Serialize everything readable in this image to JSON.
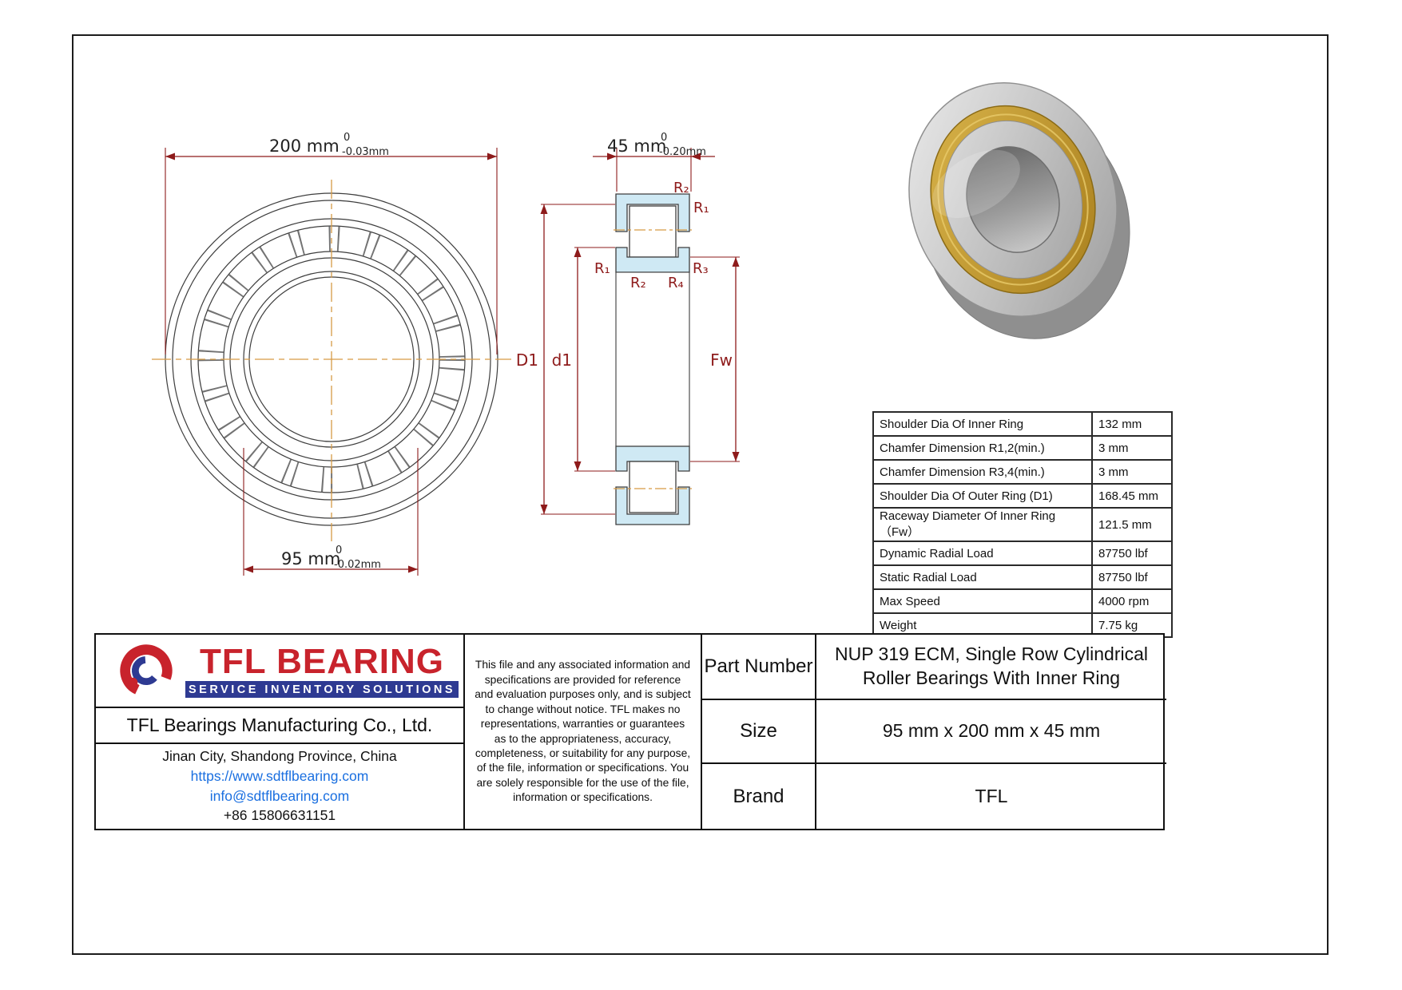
{
  "drawing": {
    "dim_od": {
      "value": "200 mm",
      "tol_top": "0",
      "tol_bot": "-0.03mm"
    },
    "dim_bore": {
      "value": "95 mm",
      "tol_top": "0",
      "tol_bot": "-0.02mm"
    },
    "dim_width": {
      "value": "45 mm",
      "tol_top": "0",
      "tol_bot": "-0.20mm"
    },
    "labels": {
      "r2_top": "R₂",
      "r1_top": "R₁",
      "r1_left": "R₁",
      "r2_left": "R₂",
      "r4": "R₄",
      "r3": "R₃",
      "d1_outer": "D1",
      "d1_inner": "d1",
      "fw": "Fw"
    }
  },
  "spec_table": {
    "rows": [
      {
        "label": "Shoulder Dia Of Inner Ring",
        "value": "132 mm"
      },
      {
        "label": "Chamfer Dimension R1,2(min.)",
        "value": "3 mm"
      },
      {
        "label": "Chamfer Dimension R3,4(min.)",
        "value": "3 mm"
      },
      {
        "label": "Shoulder Dia Of Outer Ring (D1)",
        "value": "168.45 mm"
      },
      {
        "label": "Raceway Diameter Of Inner Ring （Fw）",
        "value": "121.5 mm"
      },
      {
        "label": "Dynamic Radial Load",
        "value": "87750 lbf"
      },
      {
        "label": "Static Radial Load",
        "value": "87750 lbf"
      },
      {
        "label": "Max Speed",
        "value": "4000 rpm"
      },
      {
        "label": "Weight",
        "value": "7.75 kg"
      }
    ]
  },
  "title_block": {
    "logo": {
      "name": "TFL BEARING",
      "tagline": "SERVICE INVENTORY SOLUTIONS"
    },
    "company": "TFL Bearings Manufacturing Co., Ltd.",
    "address": "Jinan City, Shandong Province, China",
    "website": "https://www.sdtflbearing.com",
    "email": "info@sdtflbearing.com",
    "phone": "+86 15806631151",
    "disclaimer": "This file and any associated information and specifications are provided for reference and evaluation purposes only, and is subject to change without notice. TFL makes no representations, warranties or guarantees as to the appropriateness, accuracy, completeness, or suitability for any purpose, of the file, information or specifications.  You are solely responsible for the use of the file, information or specifications.",
    "fields": [
      {
        "label": "Part Number",
        "value": "NUP 319 ECM, Single Row Cylindrical Roller Bearings With Inner Ring"
      },
      {
        "label": "Size",
        "value": "95 mm x 200 mm x 45 mm"
      },
      {
        "label": "Brand",
        "value": "TFL"
      }
    ]
  },
  "colors": {
    "accent_red": "#c8232c",
    "logo_blue": "#2e3a92",
    "link_blue": "#1a6fe0",
    "dim_red": "#8e1b1b",
    "centerline_orange": "#d69a45",
    "section_fill": "#cfe9f4",
    "cage_gold": "#c69c2f"
  }
}
